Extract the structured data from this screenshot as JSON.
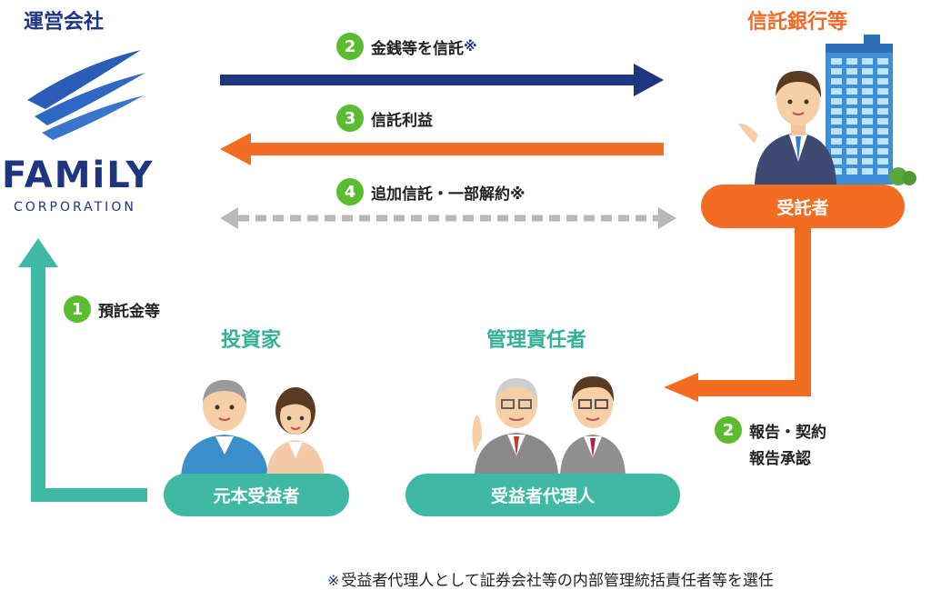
{
  "operator": {
    "heading": "運営会社",
    "logo_wordmark": "FAMiLY",
    "logo_sub": "CORPORATION"
  },
  "trust_bank": {
    "heading": "信託銀行等",
    "pill": "受託者"
  },
  "investor": {
    "heading": "投資家",
    "pill": "元本受益者"
  },
  "manager": {
    "heading": "管理責任者",
    "pill": "受益者代理人"
  },
  "flows": [
    {
      "num": "2",
      "text": "金銭等を信託",
      "mark": "※"
    },
    {
      "num": "3",
      "text": "信託利益"
    },
    {
      "num": "4",
      "text": "追加信託・一部解約※"
    },
    {
      "num": "1",
      "text": "預託金等"
    },
    {
      "num": "2",
      "text": "報告・契約",
      "text2": "報告承認"
    }
  ],
  "footnote": {
    "mark": "※",
    "text": "受益者代理人として証券会社等の内部管理統括責任者等を選任"
  },
  "colors": {
    "navy": "#1e3580",
    "orange": "#f26d22",
    "teal": "#3fb8a4",
    "green_badge": "#5cbc2f",
    "gray_dashed": "#b8b8b8"
  },
  "icons": [
    "family-logo-wing-icon",
    "office-building-icon",
    "businessman-icon",
    "elderly-man-icon",
    "woman-icon",
    "manager-elder-icon",
    "manager-young-icon"
  ]
}
